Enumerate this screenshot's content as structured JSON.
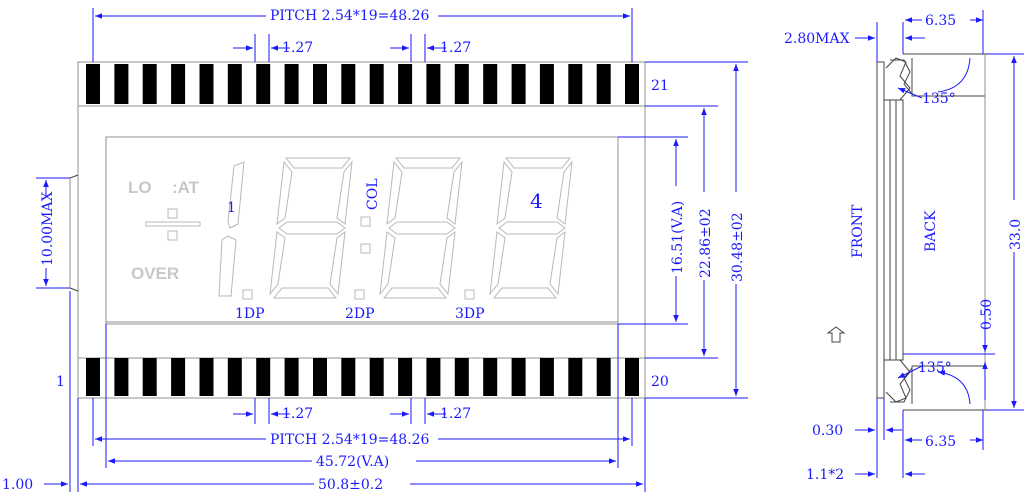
{
  "labels": {
    "pitch_top": "PITCH 2.54*19=48.26",
    "pitch_bottom": "PITCH 2.54*19=48.26",
    "spacing": "1.27",
    "pin_21": "21",
    "pin_20": "20",
    "pin_1": "1",
    "thickness_max": "10.00MAX",
    "view_area_height": "16.51(V.A)",
    "pin_span": "22.86±02",
    "total_height": "30.48±02",
    "view_area_width": "45.72(V.A)",
    "total_width": "50.8±0.2",
    "edge_offset": "1.00",
    "side_max": "2.80MAX",
    "side_pin_offset": "6.35",
    "side_pin_offset_bottom": "6.35",
    "angle_top": "135°",
    "angle_bottom": "135°",
    "front": "FRONT",
    "back": "BACK",
    "side_height": "33.0",
    "pin_thickness": "0.50",
    "glass_gap": "0.30",
    "glass_thickness": "1.1*2"
  },
  "lcd": {
    "lo": "LO",
    "at": ":AT",
    "over": "OVER",
    "col": "COL",
    "digit1_label": "1",
    "digit4_label": "4",
    "dp1": "1DP",
    "dp2": "2DP",
    "dp3": "3DP"
  },
  "pins": {
    "count_per_row": 20
  }
}
